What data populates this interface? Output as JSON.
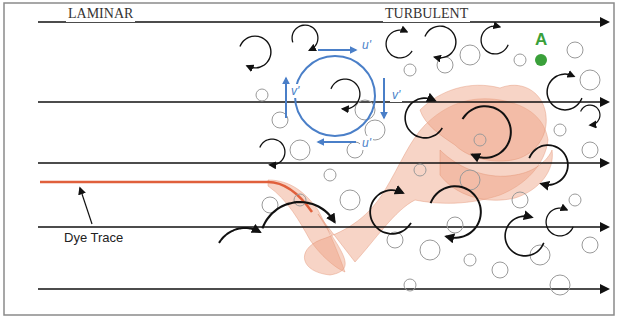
{
  "diagram": {
    "labels": [
      "LAMINAR",
      "TURBULENT",
      "A",
      "u'",
      "v'",
      "v'",
      "u'",
      "Dye Trace"
    ]
  }
}
